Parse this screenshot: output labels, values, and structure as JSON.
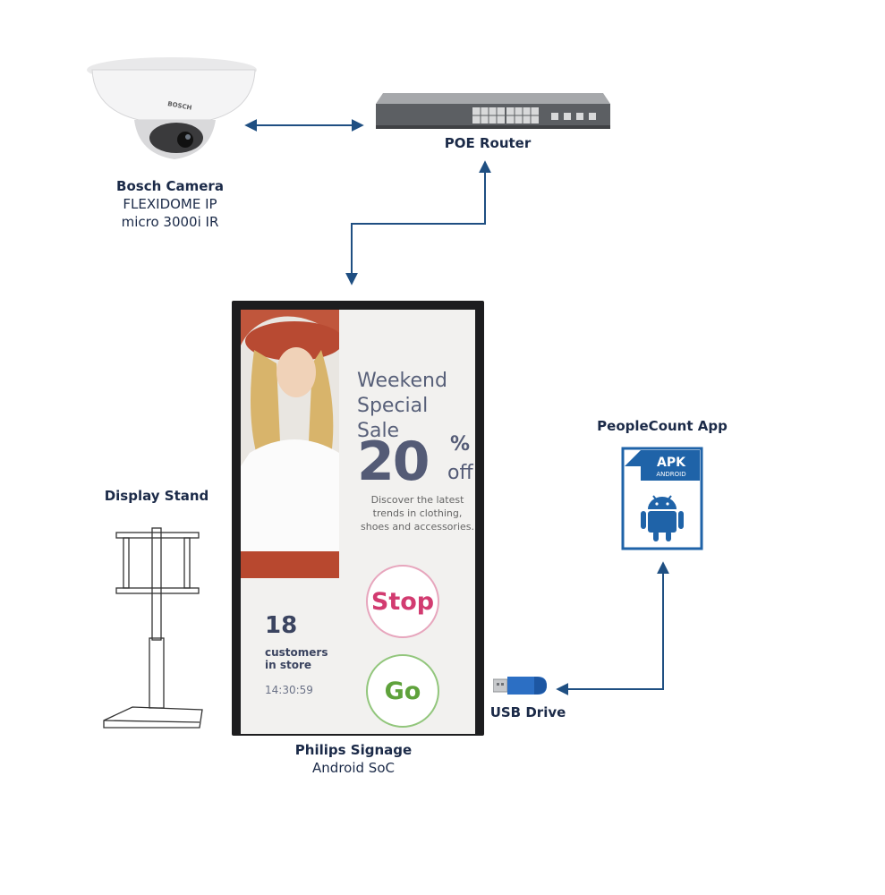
{
  "camera": {
    "brand_mark": "BOSCH",
    "title": "Bosch Camera",
    "model_line1": "FLEXIDOME IP",
    "model_line2": "micro 3000i IR",
    "icon": "dome-camera-icon"
  },
  "router": {
    "title": "POE Router",
    "icon": "network-switch-icon"
  },
  "signage": {
    "title": "Philips Signage",
    "subtitle": "Android SoC",
    "screen": {
      "headline_line1": "Weekend",
      "headline_line2": "Special Sale",
      "discount": "20",
      "percent_sign": "%",
      "off": "off",
      "description": "Discover the latest trends in clothing, shoes and accessories.",
      "stop_label": "Stop",
      "go_label": "Go",
      "customer_count": "18",
      "customer_label_line1": "customers",
      "customer_label_line2": "in store",
      "time": "14:30:59"
    }
  },
  "stand": {
    "title": "Display Stand",
    "icon": "display-stand-icon"
  },
  "app": {
    "title": "PeopleCount App",
    "badge_main": "APK",
    "badge_sub": "ANDROID",
    "icon": "android-icon"
  },
  "usb": {
    "title": "USB Drive",
    "icon": "usb-drive-icon"
  },
  "colors": {
    "arrow": "#1f4f82",
    "label": "#1b2a48",
    "apk_blue": "#1f63a8",
    "stop": "#d23b70",
    "go": "#5fa23c"
  }
}
